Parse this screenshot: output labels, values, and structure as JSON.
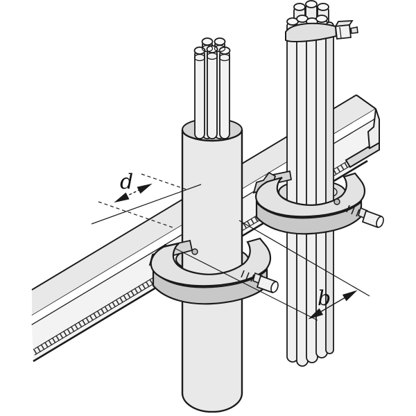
{
  "dimensions": {
    "d_label": "d",
    "b_label": "b"
  },
  "colors": {
    "line": "#1a1a1a",
    "fill_light": "#e9e9e9",
    "fill_mid": "#dcdcdc",
    "fill_dark": "#c8c8c8",
    "background": "#ffffff"
  },
  "parts": {
    "rail": "mounting-rail",
    "rail_serration": "serrated-strip",
    "thick_cable": "sheathed-cable",
    "tube_bundle": "conduit-bundle",
    "strap": "bundle-strap-with-buckle",
    "left_clamp": "cable-clamp-large",
    "right_clamp": "cable-clamp-small",
    "screws": "clamp-screws",
    "dimension_d": "clamp-width-dimension",
    "dimension_b": "clamp-spacing-dimension"
  }
}
